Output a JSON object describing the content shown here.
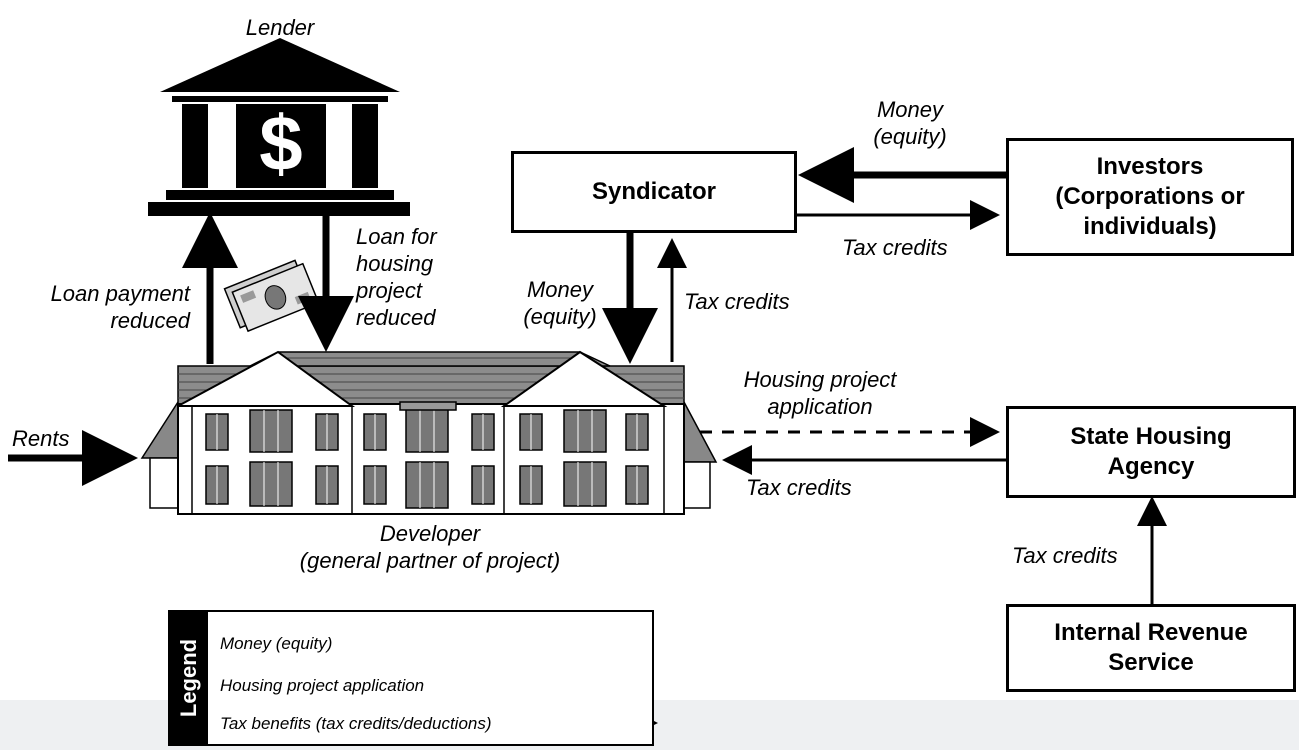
{
  "labels": {
    "lender": "Lender",
    "money_equity_top_1": "Money",
    "money_equity_top_2": "(equity)",
    "loan_for_1": "Loan for",
    "loan_for_2": "housing",
    "loan_for_3": "project",
    "loan_for_4": "reduced",
    "loan_payment_1": "Loan payment",
    "loan_payment_2": "reduced",
    "money_equity_mid_1": "Money",
    "money_equity_mid_2": "(equity)",
    "tax_credits_syndicator_investors": "Tax credits",
    "tax_credits_developer_syndicator": "Tax credits",
    "housing_app_1": "Housing project",
    "housing_app_2": "application",
    "tax_credits_agency_developer": "Tax credits",
    "tax_credits_irs_agency": "Tax credits",
    "rents": "Rents",
    "developer_1": "Developer",
    "developer_2": "(general partner of project)"
  },
  "boxes": {
    "syndicator": "Syndicator",
    "investors_1": "Investors",
    "investors_2": "(Corporations or",
    "investors_3": "individuals)",
    "agency_1": "State Housing",
    "agency_2": "Agency",
    "irs_1": "Internal Revenue",
    "irs_2": "Service"
  },
  "legend": {
    "title": "Legend",
    "money": "Money (equity)",
    "application": "Housing project application",
    "tax": "Tax benefits (tax credits/deductions)"
  },
  "icons": {
    "bank": "bank-dollar-icon",
    "money": "banknotes-icon",
    "building": "apartment-building-icon"
  }
}
